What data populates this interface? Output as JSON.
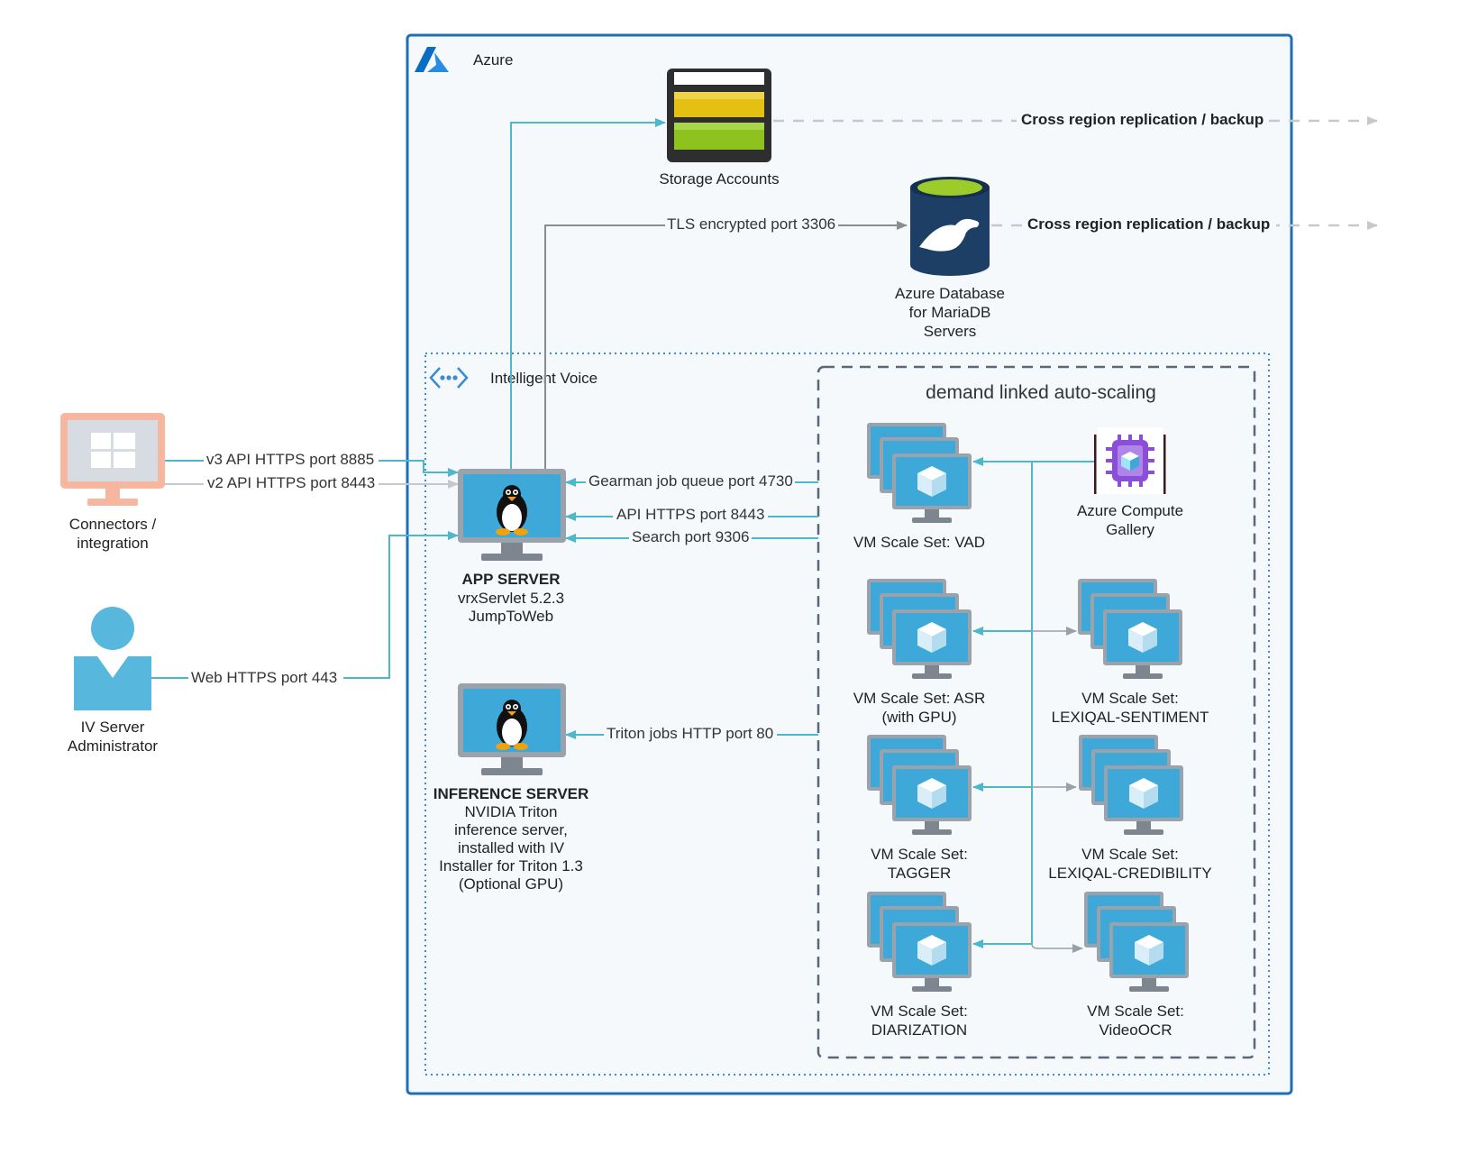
{
  "colors": {
    "azure_border": "#1f6fb5",
    "azure_fill": "#f5f9fc",
    "arrow_teal": "#4db8c9",
    "arrow_gray": "#8c8c8c",
    "arrow_light": "#c5c9cf",
    "dashed_box": "#5a6778",
    "monitor_blue": "#3ea8d8",
    "monitor_frame": "#9aa3ab",
    "person_blue": "#58b7dc",
    "windows_pc": "#f6b6a0",
    "storage_yellow": "#e3c012",
    "storage_green": "#8dc21f",
    "mariadb_navy": "#1d3f66",
    "gallery_purple": "#8a4fd6"
  },
  "zones": {
    "azure_label": "Azure",
    "intelligent_voice_label": "Intelligent Voice",
    "autoscale_label": "demand linked auto-scaling"
  },
  "nodes": {
    "connectors": {
      "line1": "Connectors /",
      "line2": "integration",
      "icon": "windows-pc-icon"
    },
    "admin": {
      "line1": "IV Server",
      "line2": "Administrator",
      "icon": "person-icon"
    },
    "storage": {
      "label": "Storage Accounts",
      "icon": "storage-account-icon"
    },
    "mariadb": {
      "line1": "Azure Database",
      "line2": "for MariaDB",
      "line3": "Servers",
      "icon": "mariadb-icon"
    },
    "app_server": {
      "title": "APP SERVER",
      "line1": "vrxServlet 5.2.3",
      "line2": "JumpToWeb",
      "icon": "linux-server-icon"
    },
    "inference_server": {
      "title": "INFERENCE SERVER",
      "line1": "NVIDIA Triton",
      "line2": "inference server,",
      "line3": "installed with IV",
      "line4": "Installer for Triton 1.3",
      "line5": "(Optional GPU)",
      "icon": "linux-server-icon"
    },
    "gallery": {
      "line1": "Azure Compute",
      "line2": "Gallery",
      "icon": "compute-gallery-icon"
    },
    "vmss": [
      {
        "line1": "VM Scale Set: VAD",
        "line2": ""
      },
      {
        "line1": "VM Scale Set: ASR",
        "line2": "(with GPU)"
      },
      {
        "line1": "VM Scale Set:",
        "line2": "LEXIQAL-SENTIMENT"
      },
      {
        "line1": "VM Scale Set:",
        "line2": "TAGGER"
      },
      {
        "line1": "VM Scale Set:",
        "line2": "LEXIQAL-CREDIBILITY"
      },
      {
        "line1": "VM Scale Set:",
        "line2": "DIARIZATION"
      },
      {
        "line1": "VM Scale Set:",
        "line2": "VideoOCR"
      }
    ]
  },
  "edges": {
    "v3_api": "v3 API HTTPS port 8885",
    "v2_api": "v2 API HTTPS port 8443",
    "web": "Web  HTTPS port 443",
    "tls": "TLS encrypted port 3306",
    "replication_storage": "Cross region replication / backup",
    "replication_db": "Cross region replication / backup",
    "gearman": "Gearman job queue port 4730",
    "api_https": "API HTTPS port 8443",
    "search": "Search port 9306",
    "triton": "Triton jobs HTTP port 80"
  }
}
